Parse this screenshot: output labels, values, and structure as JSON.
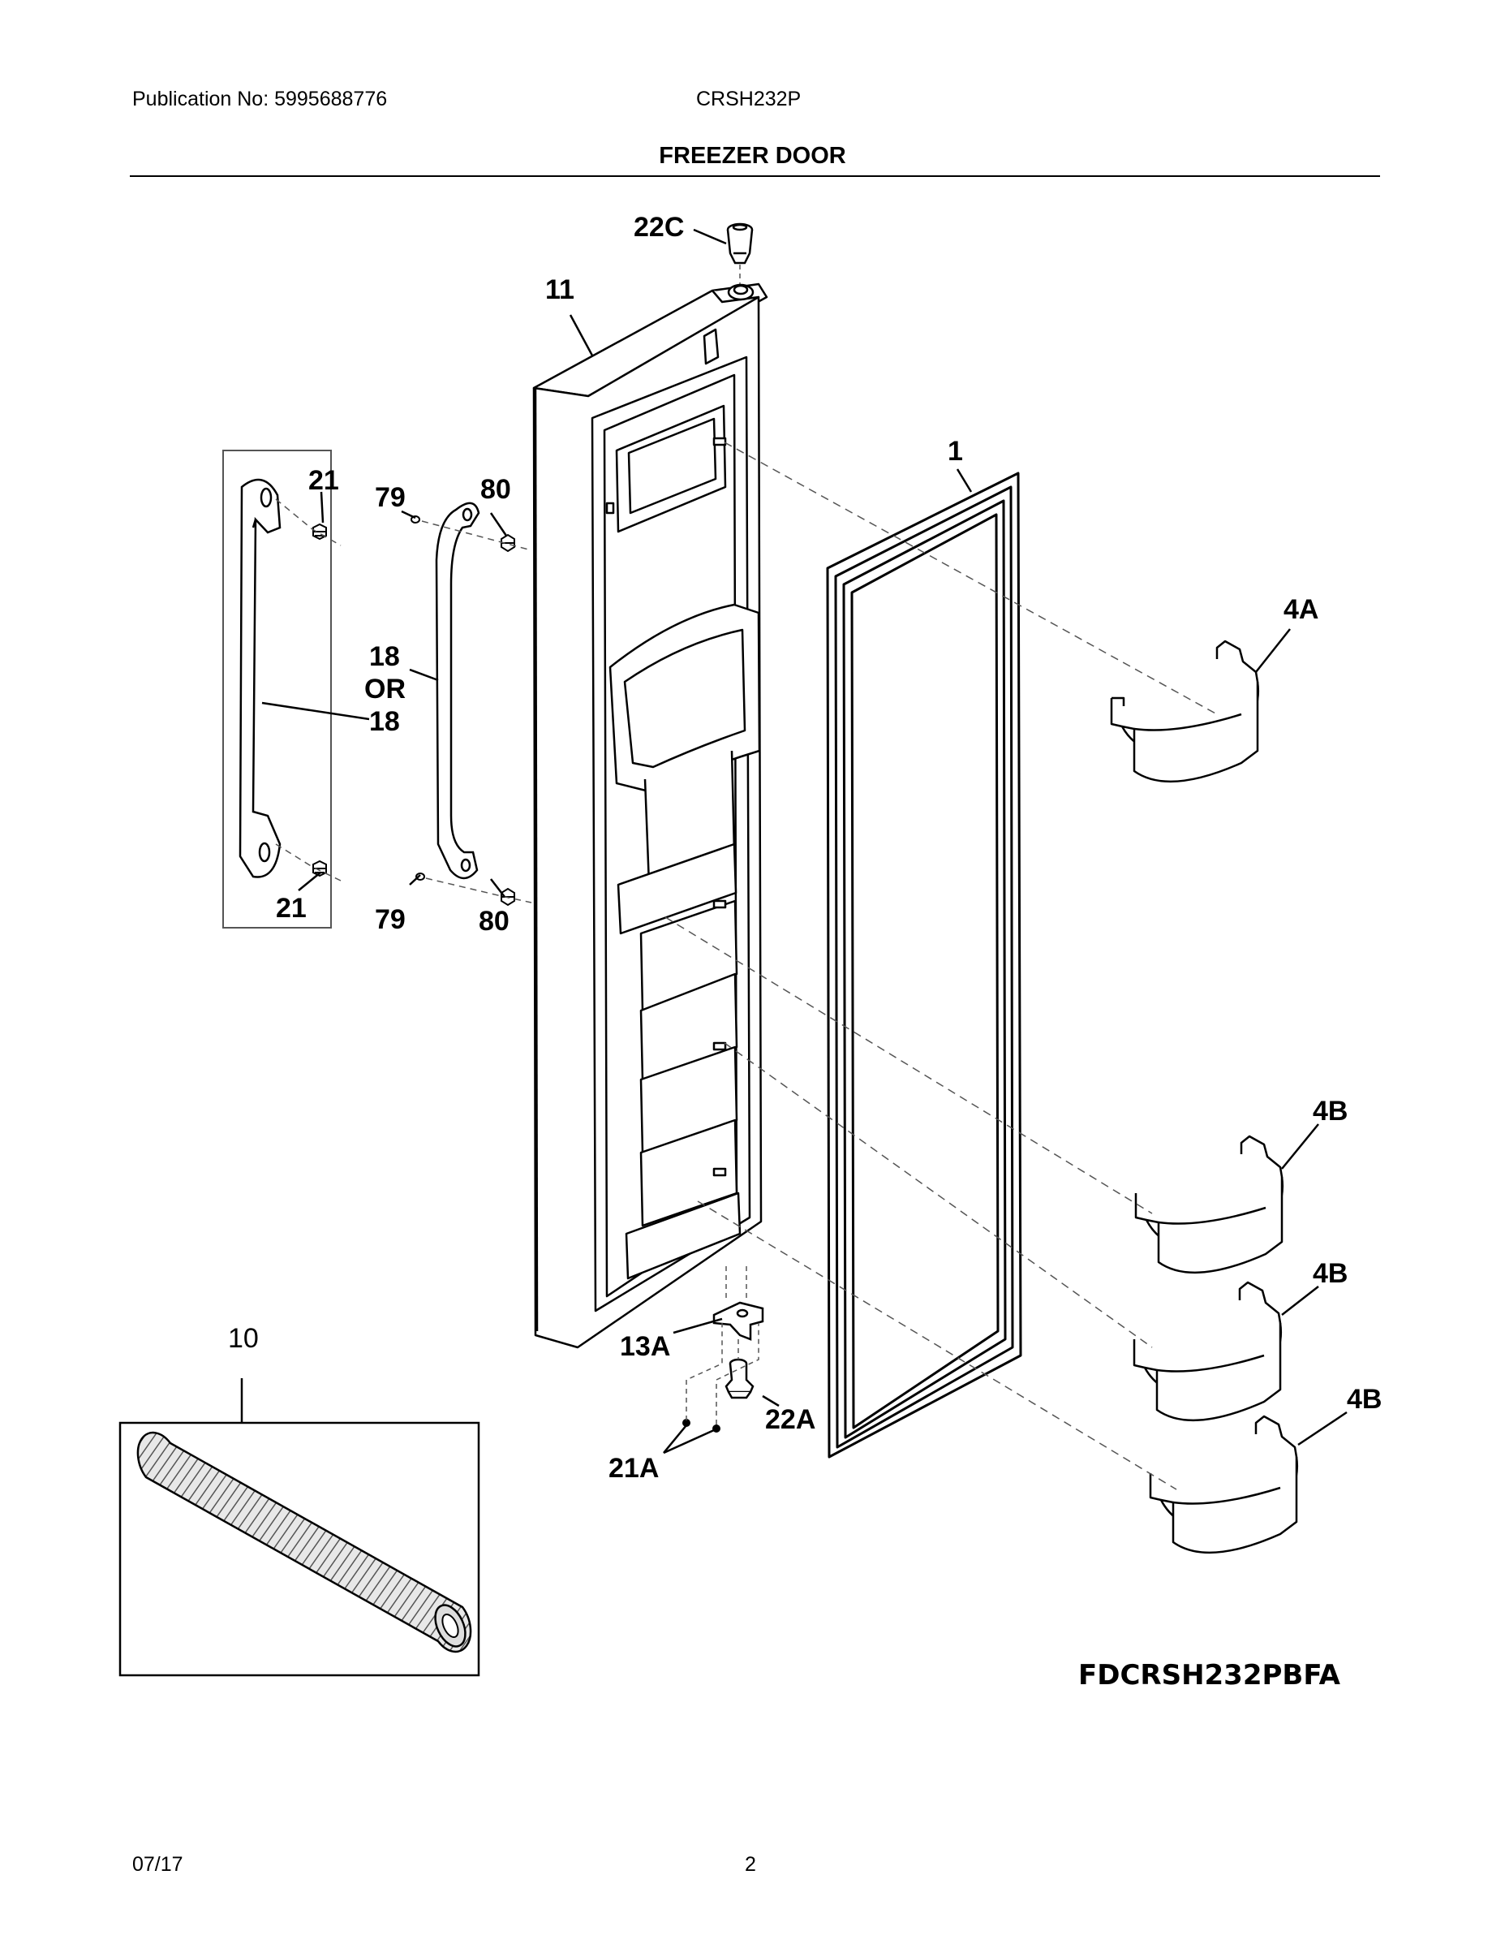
{
  "header": {
    "publication": "Publication No: 5995688776",
    "model": "CRSH232P",
    "section_title": "FREEZER DOOR"
  },
  "callouts": {
    "c22C": "22C",
    "c11": "11",
    "c1": "1",
    "c21_top": "21",
    "c79_top": "79",
    "c80_top": "80",
    "c4A": "4A",
    "c18": "18",
    "c18_or": "OR",
    "c18_b": "18",
    "c21_bot": "21",
    "c79_bot": "79",
    "c80_bot": "80",
    "c4B_1": "4B",
    "c4B_2": "4B",
    "c4B_3": "4B",
    "c10": "10",
    "c13A": "13A",
    "c22A": "22A",
    "c21A": "21A"
  },
  "diagram_code": "FDCRSH232PBFA",
  "footer": {
    "date": "07/17",
    "page": "2"
  }
}
